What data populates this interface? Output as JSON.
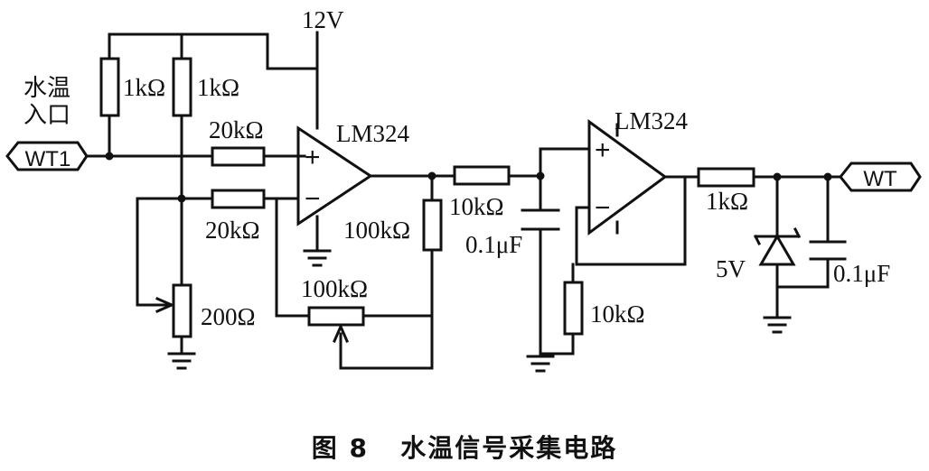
{
  "supply": {
    "label": "12V"
  },
  "input_port": {
    "label": "WT1",
    "caption_line1": "水温",
    "caption_line2": "入口"
  },
  "output_port": {
    "label": "WT"
  },
  "resistors": {
    "pullup_a": "1kΩ",
    "pullup_b": "1kΩ",
    "in_plus": "20kΩ",
    "in_minus": "20kΩ",
    "trim": "200Ω",
    "feedback_fixed": "100kΩ",
    "feedback_pot": "100kΩ",
    "filter": "10kΩ",
    "follower": "10kΩ",
    "output": "1kΩ"
  },
  "capacitors": {
    "filter": "0.1μF",
    "output": "0.1μF"
  },
  "opamps": [
    {
      "label": "LM324",
      "plus": "+",
      "minus": "−"
    },
    {
      "label": "LM324",
      "plus": "+",
      "minus": "−"
    }
  ],
  "zener": {
    "label": "5V"
  },
  "caption": "图 8   水温信号采集电路"
}
